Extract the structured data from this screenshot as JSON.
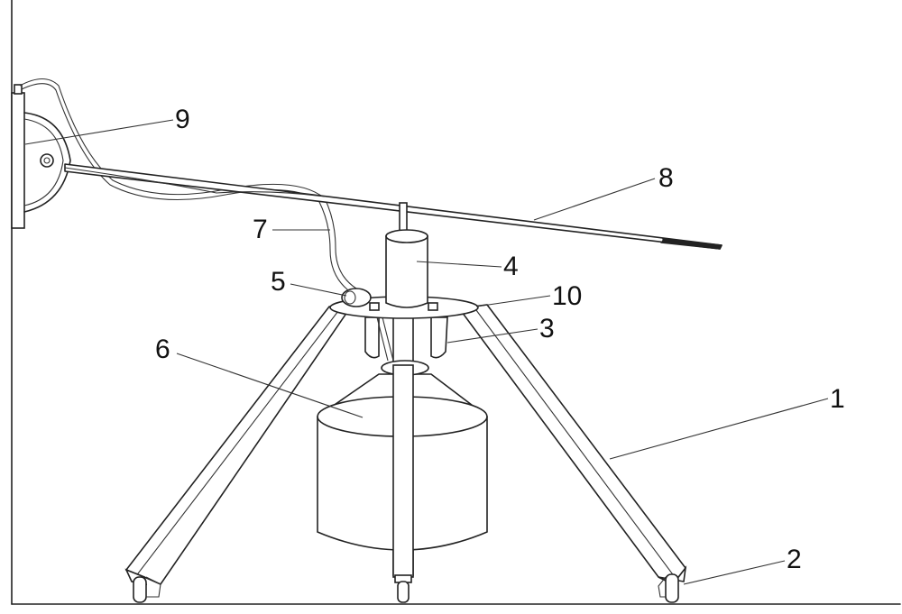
{
  "figure": {
    "labels": {
      "frame_leg": "1",
      "caster": "2",
      "holder": "3",
      "motor_cylinder": "4",
      "wire_spool": "5",
      "tank": "6",
      "cable": "7",
      "rod": "8",
      "wall_pulley": "9",
      "top_plate": "10"
    }
  }
}
